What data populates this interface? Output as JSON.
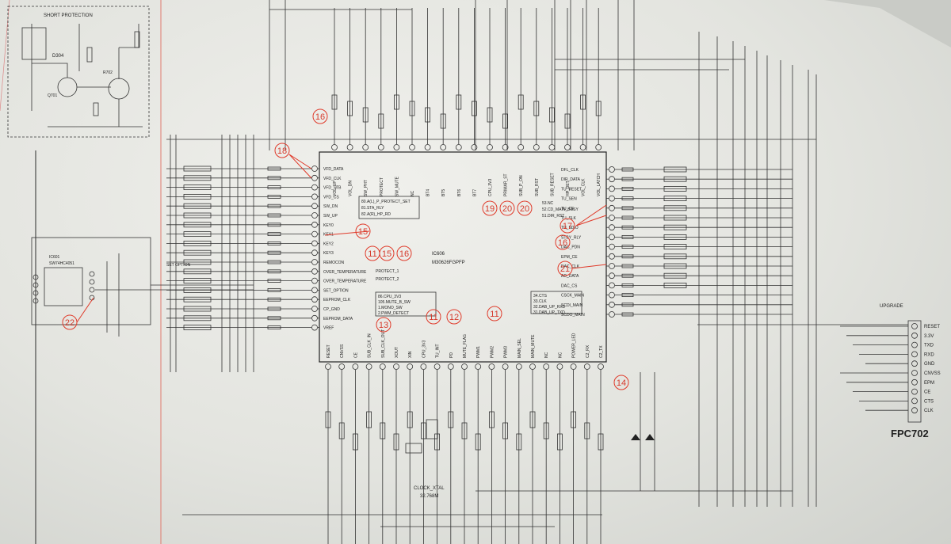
{
  "short_protection": {
    "title": "SHORT PROTECTION",
    "label_d": "D304",
    "label_q": "Q701",
    "label_r": "R702"
  },
  "ic": {
    "ref": "IC606",
    "part": "M30626FGPFP"
  },
  "side_labels": {
    "set_option": "SET OPTION",
    "upgrade": "UPGRADE",
    "connector": "FPC702",
    "clock": "CLOCK_XTAL",
    "clock_freq": "32.768M",
    "sw_ic": "SW74HC4051",
    "sw_ref": "IC601"
  },
  "upgrade_pins": [
    "RESET",
    "3.3V",
    "TXD",
    "RXD",
    "GND",
    "CNVSS",
    "EPM",
    "CE",
    "CTS",
    "CLK"
  ],
  "left_pins": [
    "VFD_DATA",
    "VFD_CLK",
    "VFD_STB",
    "VFD_CS",
    "SW_DN",
    "SW_UP",
    "KEY0",
    "KEY1",
    "KEY2",
    "KEY3",
    "REMOCON",
    "OVER_TEMPERATURE",
    "OVER_TEMPERATURE",
    "SET_OPTION",
    "EEPROM_CLK",
    "CP_GND",
    "EEPROM_DATA",
    "VREF"
  ],
  "right_pins": [
    "DFL_CLK",
    "DIR_DATA",
    "TU_RESET",
    "TU_SEN",
    "TU_CE",
    "TU_SLK",
    "TU_SDIO",
    "STBY_RLY",
    "DAC_PDN",
    "EPM_CE",
    "DAC_CLK",
    "AD_DATA",
    "DAC_CS",
    "CSCK_MAIN",
    "SCDI_MAIN",
    "SCDO_MAIN"
  ],
  "top_pins": [
    "VOL_UP",
    "VOL_DN",
    "SW_PHT",
    "PROTECT",
    "SW_MUTE",
    "NC",
    "BT4",
    "BT5",
    "BT6",
    "BT7",
    "CPU_3V3",
    "PRIMAR_ST",
    "SUB_P_ON",
    "SUB_RST",
    "SUB_RESET",
    "HP_DET",
    "VOL_CLK",
    "VOL_LATCH"
  ],
  "bottom_pins": [
    "RESET",
    "CNVSS",
    "CE",
    "SUB_CLK_IN",
    "SUB_CLK_OUT",
    "XOUT",
    "XIN",
    "CPU_3V3",
    "TU_INT",
    "PD",
    "MUTE_FLAG",
    "PWM1",
    "PWM2",
    "PWM3",
    "MAIN_SEL",
    "MAIN_MUTE",
    "NC",
    "NC",
    "POWER_LED",
    "C2_RX",
    "C2_TX"
  ],
  "notes": {
    "left_block": [
      "80.A(L)_P_PROTECT_SET",
      "81.STA_RLY",
      "82.A(R)_HP_RD"
    ],
    "right_block": [
      "53.NC",
      "52.CD_MAIN_BUSY",
      "51.DIR_RST"
    ],
    "mid_left": [
      "PROTECT_1",
      "PROTECT_2"
    ],
    "bottom_left": [
      "86.CPU_3V3",
      "105.MUTE_B_SW",
      "1.MONO_SW",
      "2.PWM_DETECT"
    ],
    "bottom_right": [
      "34.CTS",
      "33.CLK",
      "32.DAB_UP_RXD",
      "31.DAB_UP_TXD"
    ]
  },
  "markers": [
    "16",
    "18",
    "15",
    "11",
    "15",
    "16",
    "19",
    "20",
    "20",
    "17",
    "16",
    "21",
    "22",
    "13",
    "11",
    "12",
    "11",
    "14"
  ]
}
